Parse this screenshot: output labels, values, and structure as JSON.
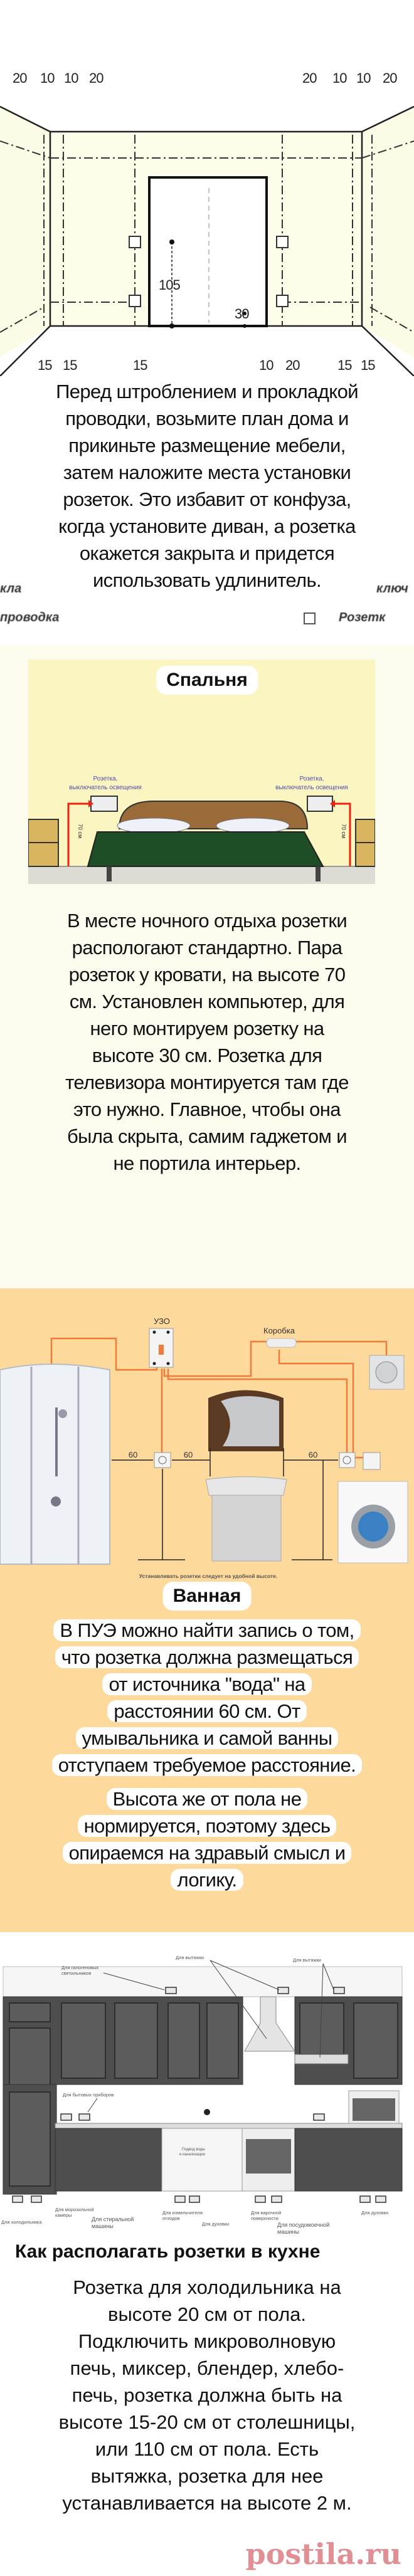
{
  "intro": {
    "diagram": {
      "top_left_dims": [
        "20",
        "10",
        "10",
        "20"
      ],
      "top_right_dims": [
        "20",
        "10",
        "10",
        "20"
      ],
      "height_dim": "105",
      "small_dim": "30",
      "bottom_dims": [
        "15",
        "15",
        "15",
        "10",
        "20",
        "15",
        "15"
      ]
    },
    "legend": {
      "left_fragment": "кла",
      "right_fragment": "ключ",
      "wiring": "проводка",
      "outlet": "Розетк"
    },
    "paragraph_lines": [
      "Перед штроблением и прокладкой",
      "проводки, возьмите план дома и",
      "прикиньте размещение мебели,",
      "затем наложите места установки",
      "розеток. Это избавит от конфуза,",
      "когда установите диван, а розетка",
      "окажется закрыта и придется",
      "использовать удлинитель."
    ]
  },
  "bedroom": {
    "title": "Спальня",
    "outlet_label_line1": "Розетка,",
    "outlet_label_line2": "выключатель освещения",
    "height_label": "70 см",
    "paragraph_lines": [
      "В месте ночного отдыха розетки",
      "распологают стандартно. Пара",
      "розеток у кровати, на высоте 70",
      "см. Установлен компьютер, для",
      "него монтируем розетку на",
      "высоте 30 см. Розетка для",
      "телевизора монтируется там где",
      "это нужно. Главное, чтобы она",
      "была скрыта, самим гаджетом и",
      "не портила интерьер."
    ]
  },
  "bathroom": {
    "rcd_label": "УЗО",
    "box_label": "Коробка",
    "distance_labels": [
      "60",
      "60",
      "60"
    ],
    "caption": "Устанавливать розетки следует на удобной высоте.",
    "title": "Ванная",
    "paragraph1_lines": [
      "В ПУЭ можно найти запись о том,",
      "что розетка должна размещаться",
      "от источника \"вода\" на",
      "расстоянии 60 см. От",
      "умывальника и самой ванны",
      "отступаем требуемое расстояние."
    ],
    "paragraph2_lines": [
      "Высота же от пола не",
      "нормируется, поэтому здесь",
      "опираемся на здравый смысл и",
      "логику."
    ],
    "wire_color": "#f07a3a"
  },
  "kitchen": {
    "labels": {
      "halogen": [
        "Для галогеновых",
        "светильников"
      ],
      "hood1": "Для вытяжки",
      "hood2": "Для вытяжки",
      "appliances": "Для бытовых приборов",
      "water": [
        "Подвод воды",
        "и канализации"
      ],
      "freezer": [
        "Для морозильной",
        "камеры"
      ],
      "fridge": "Для холодильника",
      "washer": [
        "Для стиральной",
        "машины"
      ],
      "shredder": [
        "Для измельчителя",
        "отходов"
      ],
      "oven1": "Для духовки",
      "hob": [
        "Для варочной",
        "поверхности"
      ],
      "dishwasher": [
        "Для посудомоечной",
        "машины"
      ],
      "oven2": "Для духовки"
    },
    "heading": "Как располагать розетки в кухне",
    "paragraph_lines": [
      "Розетка для холодильника на",
      "высоте 20 см от пола.",
      "Подключить микроволновую",
      "печь, миксер, блендер, хлебо-",
      "печь, розетка должна быть на",
      "высоте 15-20 см от столешницы,",
      "или 110 см от пола. Есть",
      "вытяжка, розетка для нее",
      "устанавливается на высоте 2 м."
    ]
  },
  "watermark": "postila.ru",
  "colors": {
    "bath_bg": "#fdd99b",
    "bedroom_bg": "#fbfbee",
    "logo": "#e08f95"
  }
}
